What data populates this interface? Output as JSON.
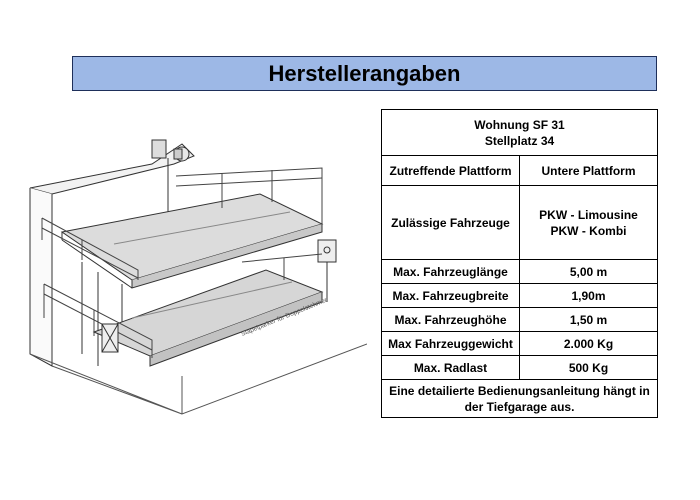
{
  "title": "Herstellerangaben",
  "illustration": {
    "platform_label": "Stapelparker für Doppelstehmer"
  },
  "table": {
    "header_line1": "Wohnung SF 31",
    "header_line2": "Stellplatz 34",
    "rows": [
      {
        "label": "Zutreffende Plattform",
        "value": "Untere Plattform"
      },
      {
        "label": "Zulässige Fahrzeuge",
        "value_line1": "PKW - Limousine",
        "value_line2": "PKW - Kombi"
      },
      {
        "label": "Max. Fahrzeuglänge",
        "value": "5,00 m"
      },
      {
        "label": "Max. Fahrzeugbreite",
        "value": "1,90m"
      },
      {
        "label": "Max. Fahrzeughöhe",
        "value": "1,50 m"
      },
      {
        "label": "Max Fahrzeuggewicht",
        "value": "2.000 Kg"
      },
      {
        "label": "Max. Radlast",
        "value": "500 Kg"
      }
    ],
    "footer_line1": "Eine detailierte Bedienungsanleitung hängt in",
    "footer_line2": "der Tiefgarage aus."
  }
}
